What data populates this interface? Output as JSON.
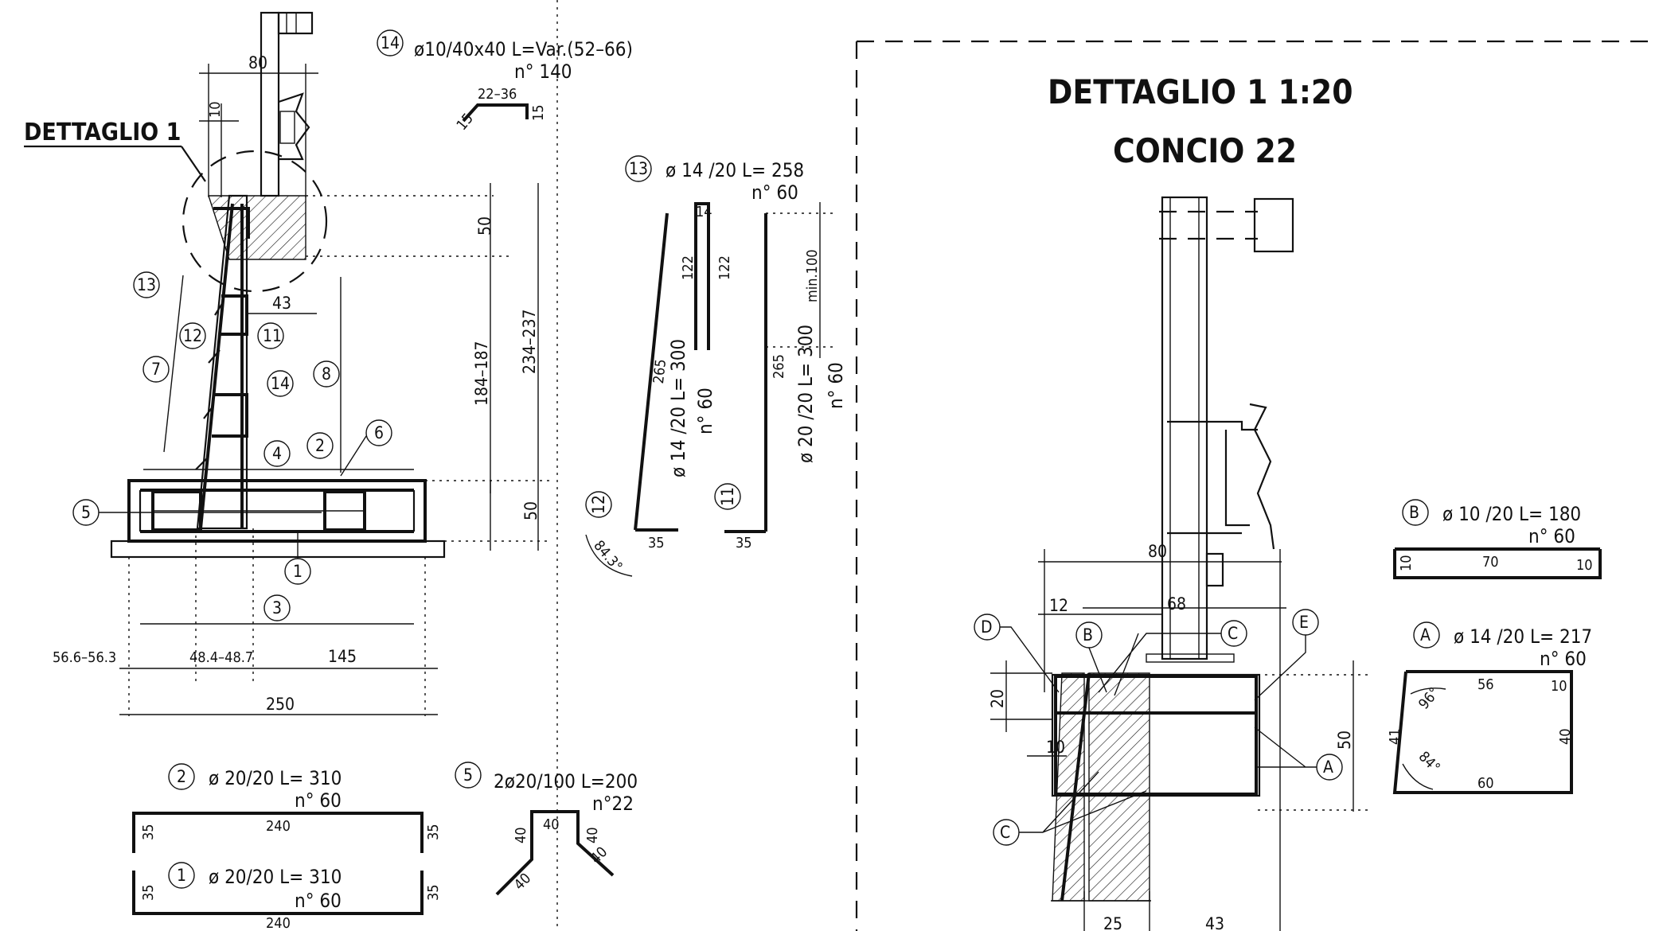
{
  "title_left": "DETTAGLIO 1",
  "detail": {
    "title": "DETTAGLIO 1   1:20",
    "subtitle": "CONCIO 22"
  },
  "bars": {
    "b14": {
      "mark": "14",
      "spec": "ø10/40x40  L=Var.(52–66)",
      "count": "n° 140",
      "dims": [
        "22–36",
        "15",
        "15"
      ]
    },
    "b13": {
      "mark": "13",
      "spec": "ø 14 /20   L= 258",
      "count": "n° 60",
      "dims": [
        "14",
        "122",
        "122",
        "min.100",
        "265"
      ]
    },
    "b12": {
      "mark": "12",
      "spec": "ø 14 /20   L= 300",
      "count": "n° 60",
      "dims": [
        "265",
        "35",
        "84.3°"
      ]
    },
    "b11": {
      "mark": "11",
      "spec": "ø 20 /20   L= 300",
      "count": "n° 60",
      "dims": [
        "35"
      ]
    },
    "b2": {
      "mark": "2",
      "spec": "ø 20/20   L= 310",
      "count": "n° 60",
      "dims": [
        "240",
        "35",
        "35"
      ]
    },
    "b1": {
      "mark": "1",
      "spec": "ø 20/20   L= 310",
      "count": "n° 60",
      "dims": [
        "240",
        "35",
        "35"
      ]
    },
    "b5": {
      "mark": "5",
      "spec": "2ø20/100   L=200",
      "count": "n°22",
      "dims": [
        "40",
        "40",
        "40",
        "40",
        "40"
      ]
    },
    "bB": {
      "mark": "B",
      "spec": "ø 10 /20   L= 180",
      "count": "n° 60",
      "dims": [
        "10",
        "70",
        "10"
      ]
    },
    "bA": {
      "mark": "A",
      "spec": "ø 14 /20   L= 217",
      "count": "n° 60",
      "dims": [
        "56",
        "10",
        "41",
        "40",
        "60",
        "96°",
        "84°"
      ]
    }
  },
  "section_dims": [
    "80",
    "10",
    "50",
    "184–187",
    "234–237",
    "50",
    "43",
    "56.6–56.3",
    "48.4–48.7",
    "145",
    "250"
  ],
  "section_marks": [
    "13",
    "12",
    "11",
    "14",
    "7",
    "8",
    "4",
    "2",
    "6",
    "5",
    "1",
    "3"
  ],
  "detail_dims": [
    "80",
    "12",
    "68",
    "20",
    "10",
    "50",
    "25",
    "43"
  ],
  "detail_marks": [
    "D",
    "B",
    "C",
    "E",
    "A",
    "C"
  ]
}
